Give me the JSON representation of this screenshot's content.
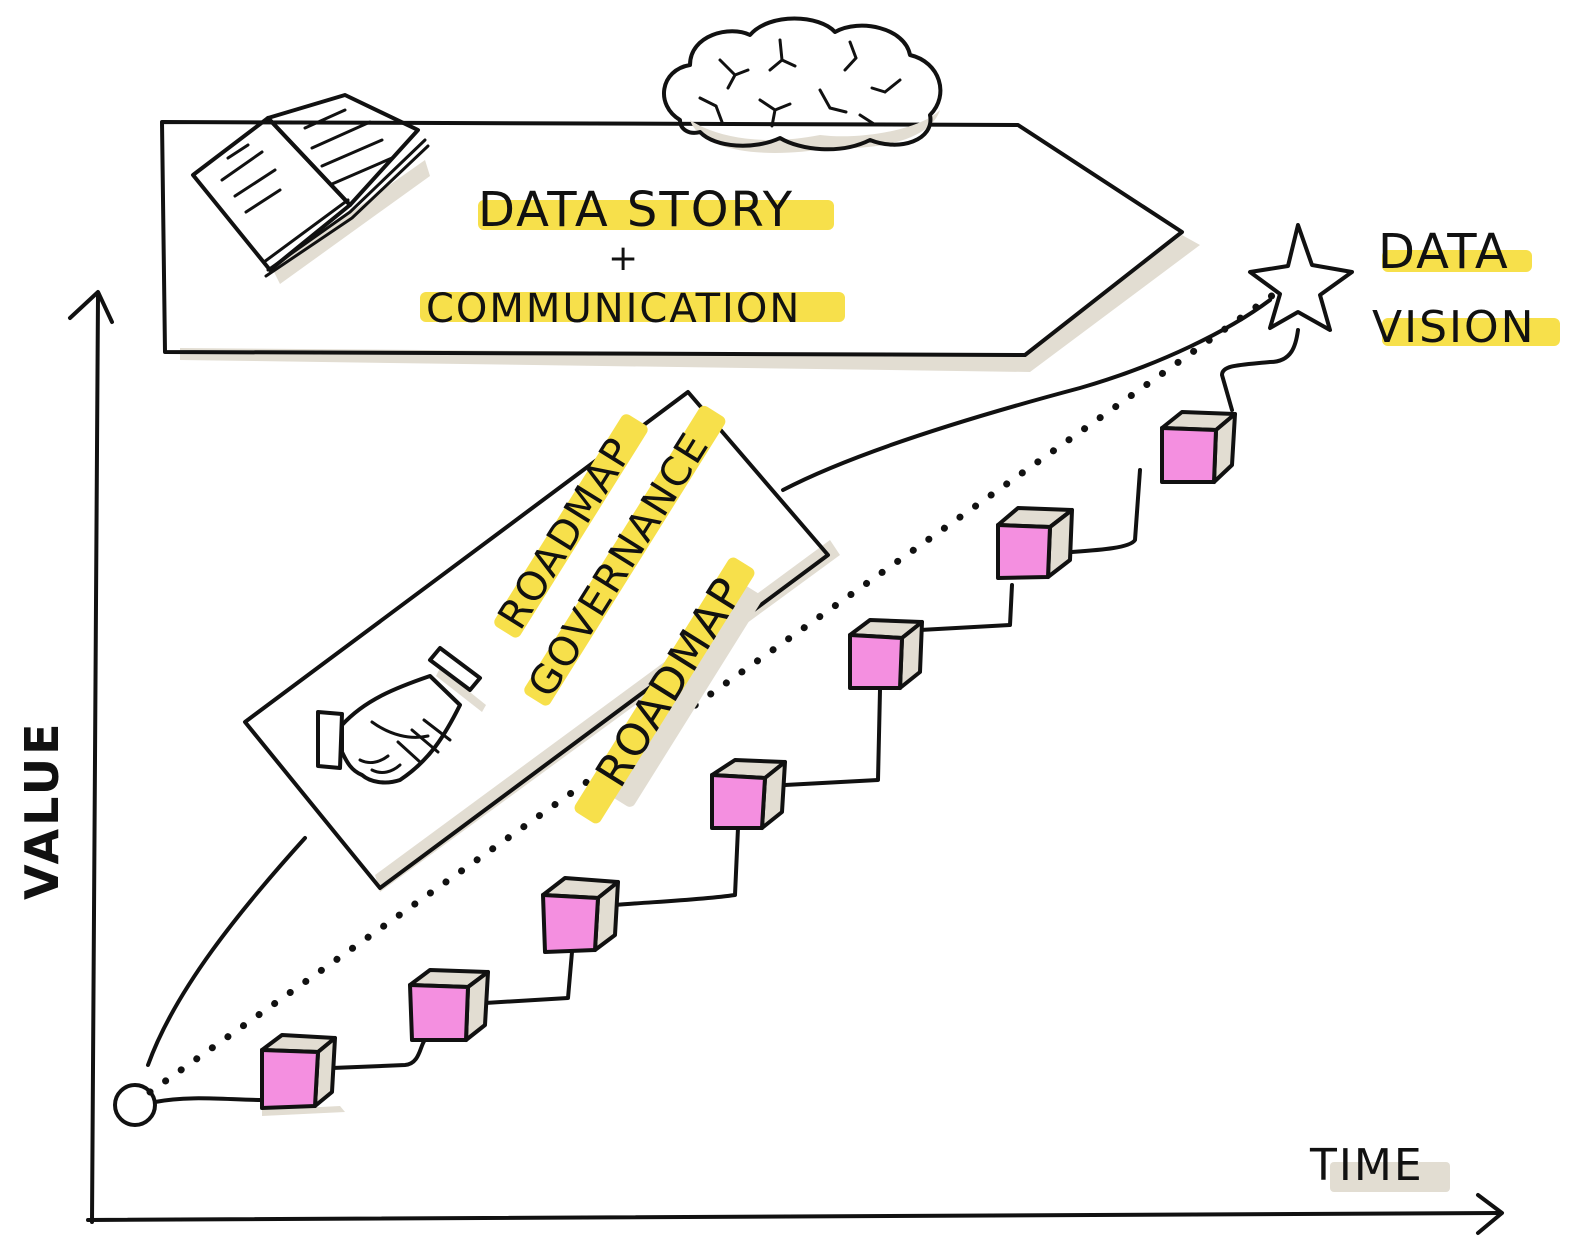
{
  "axes": {
    "y_label": "VALUE",
    "x_label": "TIME"
  },
  "banner": {
    "line1": "DATA STORY",
    "plus": "+",
    "line2": "COMMUNICATION"
  },
  "governance_card": {
    "line1": "ROADMAP",
    "line2": "GOVERNANCE"
  },
  "roadmap_label": "ROADMAP",
  "vision": {
    "line1": "DATA",
    "line2": "VISION"
  },
  "colors": {
    "ink": "#111111",
    "highlight": "#f7e04b",
    "cube": "#f48fe0",
    "shadow": "#e2ddd2",
    "star": "#f7e04b"
  },
  "icons": [
    "book-icon",
    "brain-icon",
    "handshake-icon",
    "star-icon",
    "start-circle-icon"
  ]
}
